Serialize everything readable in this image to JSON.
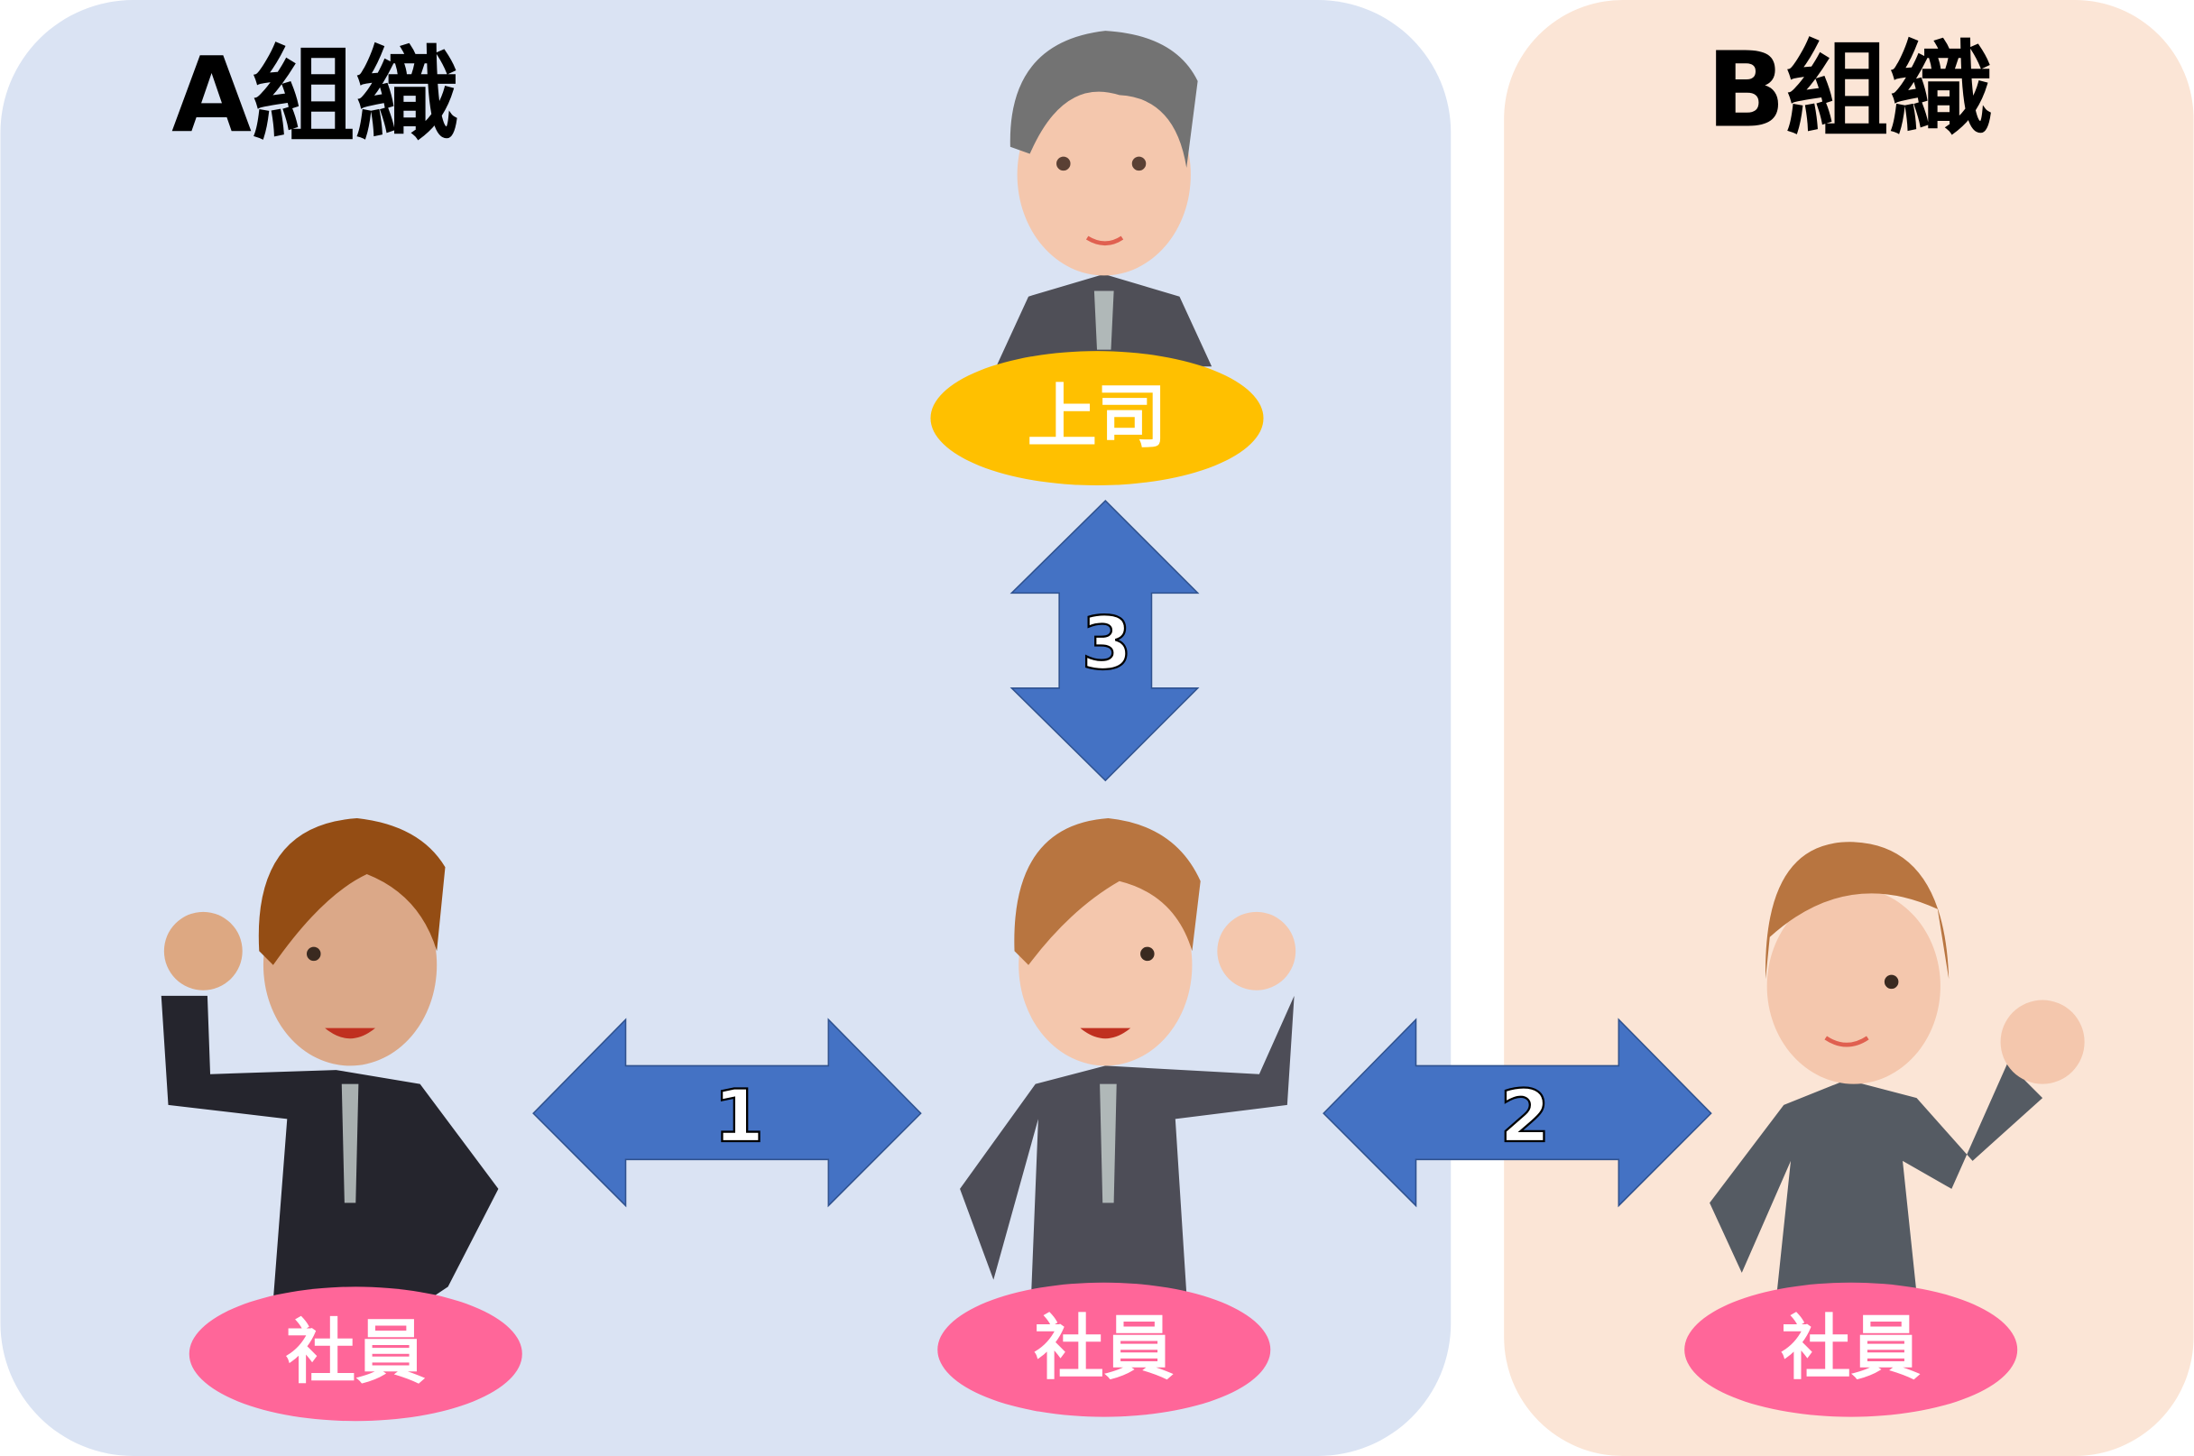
{
  "org_a": {
    "title": "A組織",
    "color": "#dae3f3"
  },
  "org_b": {
    "title": "B組織",
    "color": "#fbe5d6"
  },
  "boss": {
    "label": "上司",
    "color": "#ffc000"
  },
  "employees": [
    {
      "label": "社員"
    },
    {
      "label": "社員"
    },
    {
      "label": "社員"
    }
  ],
  "employee_color": "#ff6699",
  "arrows": [
    {
      "label": "1"
    },
    {
      "label": "2"
    },
    {
      "label": "3"
    }
  ],
  "arrow_color": "#4472c4"
}
